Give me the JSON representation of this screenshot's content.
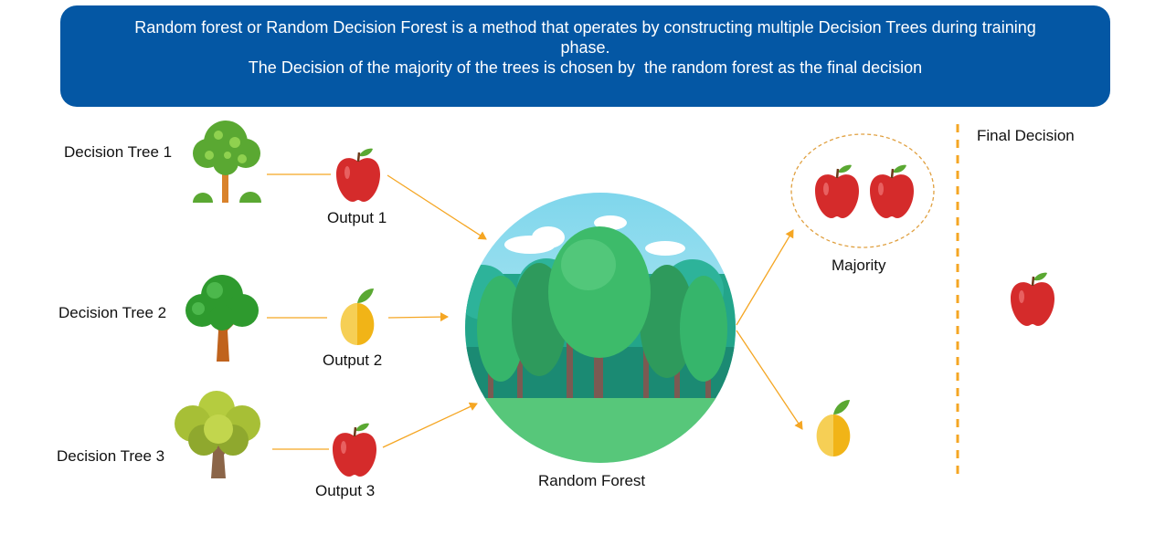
{
  "header": {
    "line1": "Random forest or Random Decision Forest is a method that operates by constructing multiple Decision Trees during training phase.",
    "line2": "The Decision of the majority of the trees is chosen by  the random forest as the final decision"
  },
  "trees": [
    {
      "label": "Decision Tree 1",
      "output_label": "Output 1",
      "output_icon": "apple-icon"
    },
    {
      "label": "Decision Tree 2",
      "output_label": "Output 2",
      "output_icon": "mango-icon"
    },
    {
      "label": "Decision Tree 3",
      "output_label": "Output 3",
      "output_icon": "apple-icon"
    }
  ],
  "center": {
    "label": "Random Forest"
  },
  "majority": {
    "label": "Majority"
  },
  "final": {
    "label": "Final Decision"
  },
  "colors": {
    "banner": "#0457a4",
    "arrow": "#f5a623",
    "apple": "#d52b2b",
    "mango": "#f6c21a",
    "leaf": "#5aa832"
  }
}
